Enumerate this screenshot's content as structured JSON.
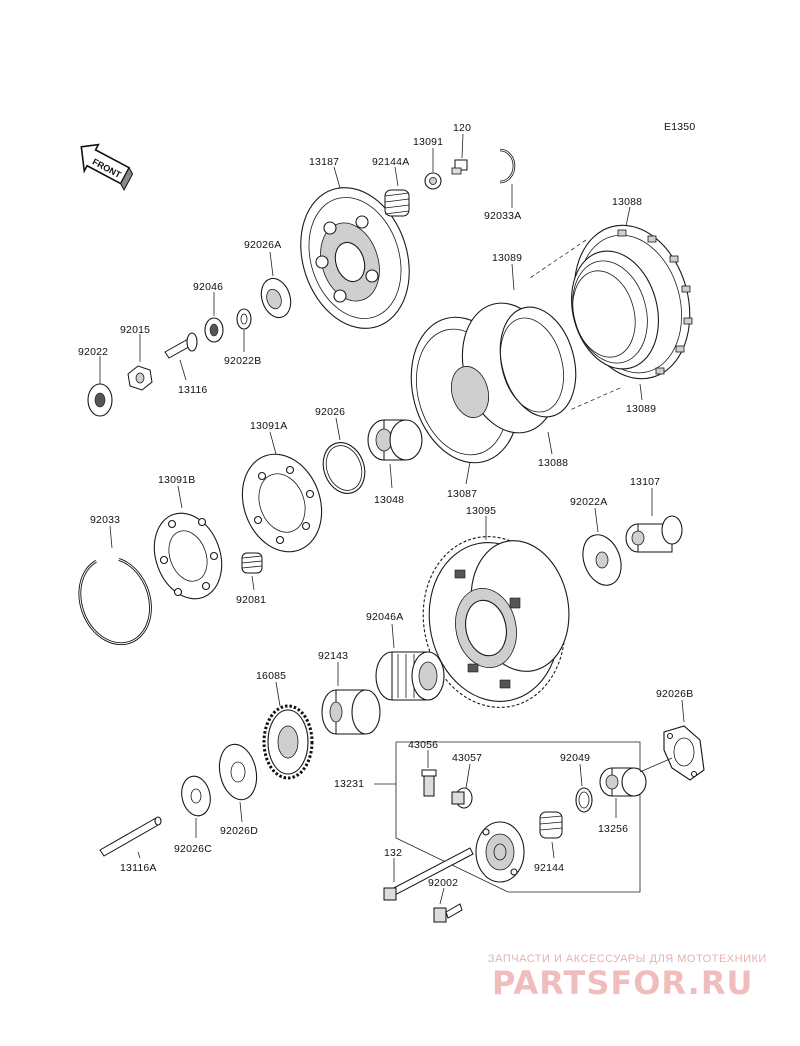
{
  "figure_code": "E1350",
  "front_label": "FRONT",
  "watermark": {
    "tagline": "ЗАПЧАСТИ И АКСЕССУАРЫ ДЛЯ МОТОТЕХНИКИ",
    "logo": "PARTSFOR.RU"
  },
  "parts": {
    "p13187": "13187",
    "p92144A": "92144A",
    "p13091": "13091",
    "p120": "120",
    "p92033A": "92033A",
    "p13088_top": "13088",
    "p13089_top": "13089",
    "p13089_right": "13089",
    "p13088_bottom": "13088",
    "p13087": "13087",
    "p92026A": "92026A",
    "p92046": "92046",
    "p92015": "92015",
    "p92022": "92022",
    "p92022B": "92022B",
    "p13116": "13116",
    "p13091A": "13091A",
    "p92026": "92026",
    "p13048": "13048",
    "p13091B": "13091B",
    "p92033": "92033",
    "p92081": "92081",
    "p13095": "13095",
    "p92022A": "92022A",
    "p13107": "13107",
    "p92046A": "92046A",
    "p92143": "92143",
    "p16085": "16085",
    "p92026B": "92026B",
    "p43056": "43056",
    "p43057": "43057",
    "p92049": "92049",
    "p13231": "13231",
    "p13256": "13256",
    "p92144": "92144",
    "p132": "132",
    "p92002": "92002",
    "p92026C": "92026C",
    "p92026D": "92026D",
    "p13116A": "13116A"
  }
}
